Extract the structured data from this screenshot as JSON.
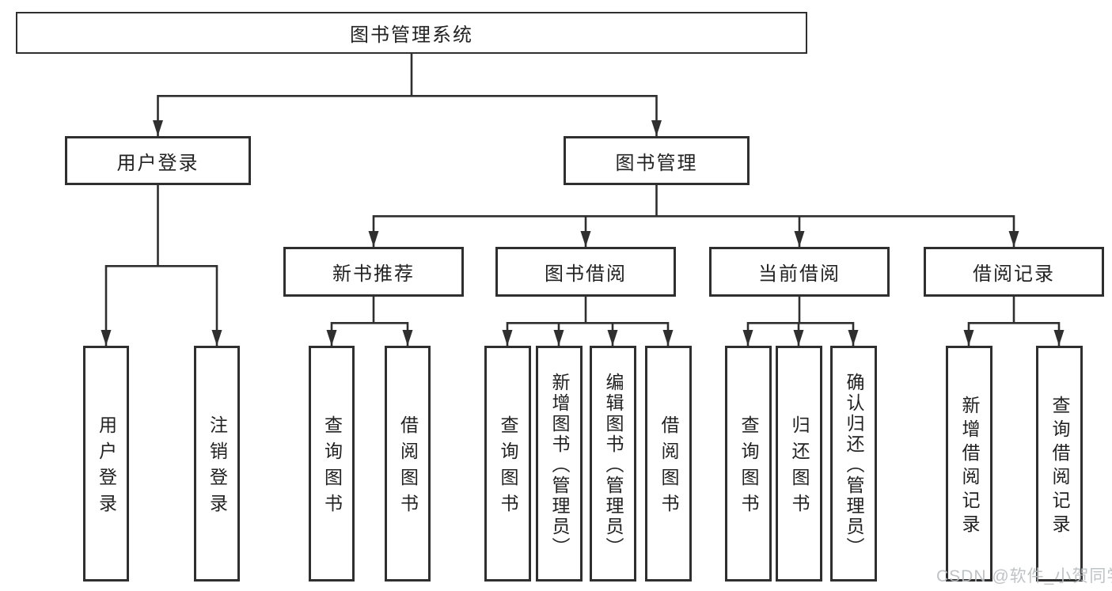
{
  "root": {
    "label": "图书管理系统"
  },
  "branches": [
    {
      "label": "用户登录",
      "children": [
        {
          "label": "用户登录"
        },
        {
          "label": "注销登录"
        }
      ]
    },
    {
      "label": "图书管理",
      "children": [
        {
          "label": "新书推荐",
          "children": [
            {
              "label": "查询图书"
            },
            {
              "label": "借阅图书"
            }
          ]
        },
        {
          "label": "图书借阅",
          "children": [
            {
              "label": "查询图书"
            },
            {
              "label": "新增图书（管理员）"
            },
            {
              "label": "编辑图书（管理员）"
            },
            {
              "label": "借阅图书"
            }
          ]
        },
        {
          "label": "当前借阅",
          "children": [
            {
              "label": "查询图书"
            },
            {
              "label": "归还图书"
            },
            {
              "label": "确认归还（管理员）"
            }
          ]
        },
        {
          "label": "借阅记录",
          "children": [
            {
              "label": "新增借阅记录"
            },
            {
              "label": "查询借阅记录"
            }
          ]
        }
      ]
    }
  ],
  "watermark": {
    "text": "CSDN @软件_小贺同学"
  },
  "style": {
    "line_color": "#2f2f2f",
    "text_color": "#222222",
    "watermark_color": "#b9bec2",
    "background": "#ffffff"
  }
}
